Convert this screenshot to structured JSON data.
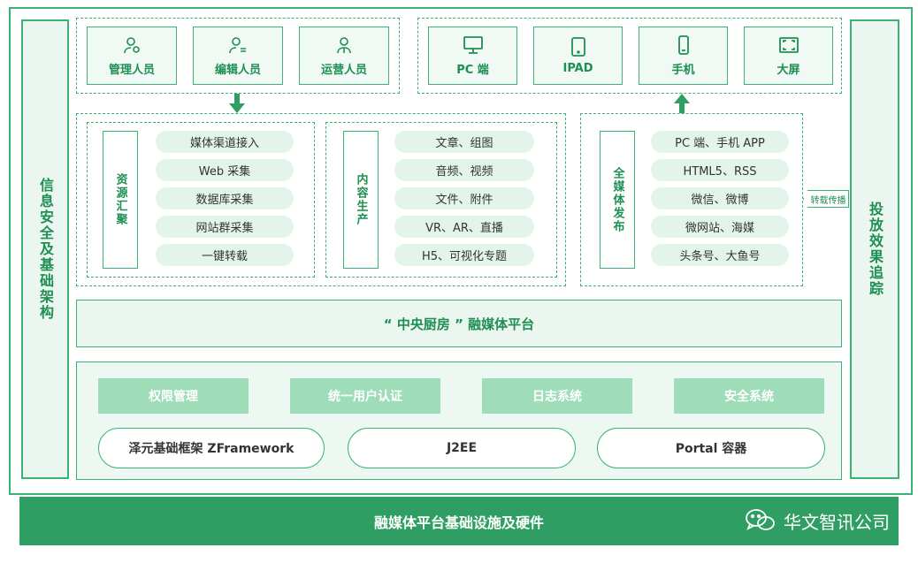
{
  "left_side": "信息安全及基础架构",
  "right_side": "投放效果追踪",
  "users": [
    {
      "label": "管理人员",
      "icon": "user-settings-icon"
    },
    {
      "label": "编辑人员",
      "icon": "user-edit-icon"
    },
    {
      "label": "运营人员",
      "icon": "user-group-icon"
    }
  ],
  "devices": [
    {
      "label": "PC 端",
      "icon": "monitor-icon"
    },
    {
      "label": "IPAD",
      "icon": "tablet-icon"
    },
    {
      "label": "手机",
      "icon": "phone-icon"
    },
    {
      "label": "大屏",
      "icon": "big-screen-icon"
    }
  ],
  "groups": [
    {
      "title": "资源汇聚",
      "items": [
        "媒体渠道接入",
        "Web 采集",
        "数据库采集",
        "网站群采集",
        "一键转载"
      ]
    },
    {
      "title": "内容生产",
      "items": [
        "文章、组图",
        "音频、视频",
        "文件、附件",
        "VR、AR、直播",
        "H5、可视化专题"
      ]
    },
    {
      "title": "全媒体发布",
      "items": [
        "PC 端、手机 APP",
        "HTML5、RSS",
        "微信、微博",
        "微网站、海媒",
        "头条号、大鱼号"
      ]
    }
  ],
  "repost_label": "转载传播",
  "platform_label": "“ 中央厨房 ” 融媒体平台",
  "systems": [
    "权限管理",
    "统一用户认证",
    "日志系统",
    "安全系统"
  ],
  "frameworks": [
    "泽元基础框架 ZFramework",
    "J2EE",
    "Portal 容器"
  ],
  "bottom_label": "融媒体平台基础设施及硬件",
  "watermark": "华文智讯公司",
  "colors": {
    "accent": "#3bb174",
    "dark": "#2f9e62",
    "light": "#eaf6ef",
    "pill": "#e3f4ea",
    "system": "#9fdcb8"
  }
}
